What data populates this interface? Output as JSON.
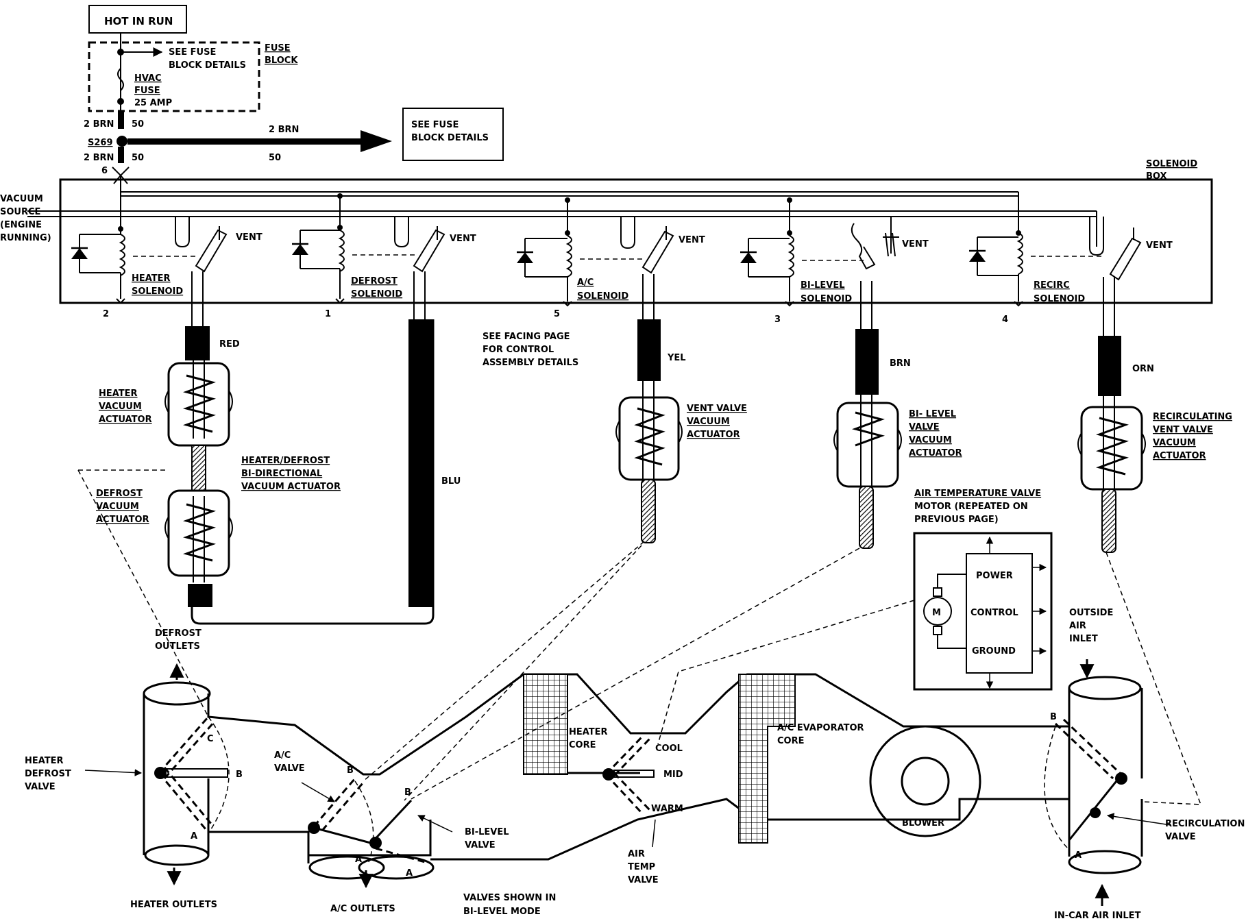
{
  "labels": {
    "hot_in_run": "HOT IN RUN",
    "see_fuse_1a": "SEE FUSE",
    "see_fuse_1b": "BLOCK DETAILS",
    "fuse_block_a": "FUSE",
    "fuse_block_b": "BLOCK",
    "hvac_fuse_a": "HVAC",
    "hvac_fuse_b": "FUSE",
    "hvac_fuse_c": "25 AMP",
    "wire_top_left": "2 BRN",
    "wire_top_num": "50",
    "splice": "S269",
    "wire_mid": "2 BRN",
    "wire_mid_num": "50",
    "wire_bot_left": "2 BRN",
    "wire_bot_num": "50",
    "connector_num": "6",
    "see_fuse_2a": "SEE FUSE",
    "see_fuse_2b": "BLOCK DETAILS",
    "solenoid_box_a": "SOLENOID",
    "solenoid_box_b": "BOX",
    "vacuum_a": "VACUUM",
    "vacuum_b": "SOURCE",
    "vacuum_c": "(ENGINE",
    "vacuum_d": "RUNNING)",
    "vent": "VENT",
    "heater_sol_a": "HEATER",
    "heater_sol_b": "SOLENOID",
    "defrost_sol_a": "DEFROST",
    "defrost_sol_b": "SOLENOID",
    "ac_sol_a": "A/C",
    "ac_sol_b": "SOLENOID",
    "bilevel_sol_a": "BI-LEVEL",
    "bilevel_sol_b": "SOLENOID",
    "recirc_sol_a": "RECIRC",
    "recirc_sol_b": "SOLENOID",
    "pin_2": "2",
    "pin_1": "1",
    "pin_5": "5",
    "pin_3": "3",
    "pin_4": "4",
    "red": "RED",
    "yel": "YEL",
    "brn": "BRN",
    "orn": "ORN",
    "blu": "BLU",
    "facing_a": "SEE FACING PAGE",
    "facing_b": "FOR CONTROL",
    "facing_c": "ASSEMBLY DETAILS",
    "heater_act_a": "HEATER",
    "heater_act_b": "VACUUM",
    "heater_act_c": "ACTUATOR",
    "bidir_a": "HEATER/DEFROST",
    "bidir_b": "BI-DIRECTIONAL",
    "bidir_c": "VACUUM ACTUATOR",
    "defrost_act_a": "DEFROST",
    "defrost_act_b": "VACUUM",
    "defrost_act_c": "ACTUATOR",
    "vent_act_a": "VENT VALVE",
    "vent_act_b": "VACUUM",
    "vent_act_c": "ACTUATOR",
    "bilevel_act_a": "BI- LEVEL",
    "bilevel_act_b": "VALVE",
    "bilevel_act_c": "VACUUM",
    "bilevel_act_d": "ACTUATOR",
    "recirc_act_a": "RECIRCULATING",
    "recirc_act_b": "VENT VALVE",
    "recirc_act_c": "VACUUM",
    "recirc_act_d": "ACTUATOR",
    "airtemp_a": "AIR TEMPERATURE VALVE",
    "airtemp_b": "MOTOR (REPEATED ON",
    "airtemp_c": "PREVIOUS PAGE)",
    "power": "POWER",
    "control": "CONTROL",
    "ground": "GROUND",
    "motor": "M",
    "outside_a": "OUTSIDE",
    "outside_b": "AIR",
    "outside_c": "INLET",
    "defrost_out_a": "DEFROST",
    "defrost_out_b": "OUTLETS",
    "hdv_a": "HEATER",
    "hdv_b": "DEFROST",
    "hdv_c": "VALVE",
    "ac_valve_a": "A/C",
    "ac_valve_b": "VALVE",
    "bilevel_valve_a": "BI-LEVEL",
    "bilevel_valve_b": "VALVE",
    "heater_core_a": "HEATER",
    "heater_core_b": "CORE",
    "cool": "COOL",
    "mid": "MID",
    "warm": "WARM",
    "air_temp_a": "AIR",
    "air_temp_b": "TEMP",
    "air_temp_c": "VALVE",
    "evap_a": "A/C EVAPORATOR",
    "evap_b": "CORE",
    "blower": "BLOWER",
    "recirc_valve_a": "RECIRCULATION",
    "recirc_valve_b": "VALVE",
    "heater_outlets": "HEATER OUTLETS",
    "ac_outlets": "A/C OUTLETS",
    "shown_a": "VALVES SHOWN IN",
    "shown_b": "BI-LEVEL MODE",
    "incar": "IN-CAR AIR INLET",
    "pos_a": "A",
    "pos_b": "B",
    "pos_c": "C"
  }
}
